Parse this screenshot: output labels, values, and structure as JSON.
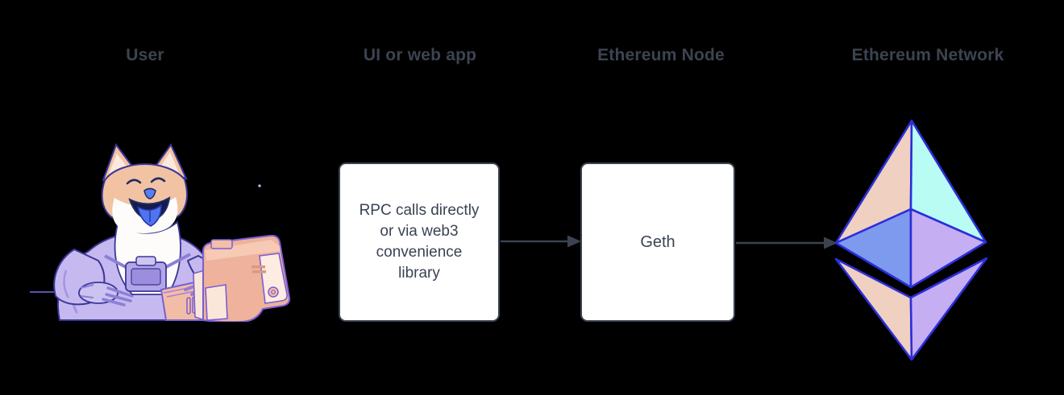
{
  "headings": {
    "user": "User",
    "ui": "UI or web app",
    "node": "Ethereum Node",
    "network": "Ethereum Network"
  },
  "nodes": {
    "ui_box": {
      "lines": [
        "RPC calls directly",
        "or via web3",
        "convenience",
        "library"
      ]
    },
    "geth_box": {
      "label": "Geth"
    }
  },
  "icons": {
    "user_illustration": "doge-astronaut-at-computer-icon",
    "network_illustration": "ethereum-diamond-logo-icon",
    "connector": "right-arrow-icon"
  },
  "colors": {
    "heading_text": "#3c4450",
    "box_border": "#3b4350",
    "box_text": "#3a4353",
    "box_fill": "#ffffff",
    "arrow": "#3b4350",
    "eth_outline": "#2b2fd9",
    "eth_peach": "#f0d0c0",
    "eth_cyan": "#b8fcf4",
    "eth_blue": "#7d9aee",
    "eth_lavender": "#c6aef3",
    "doge_suit": "#c6b9ef",
    "doge_fur": "#f2c3a3",
    "computer_body": "#efb29c"
  }
}
